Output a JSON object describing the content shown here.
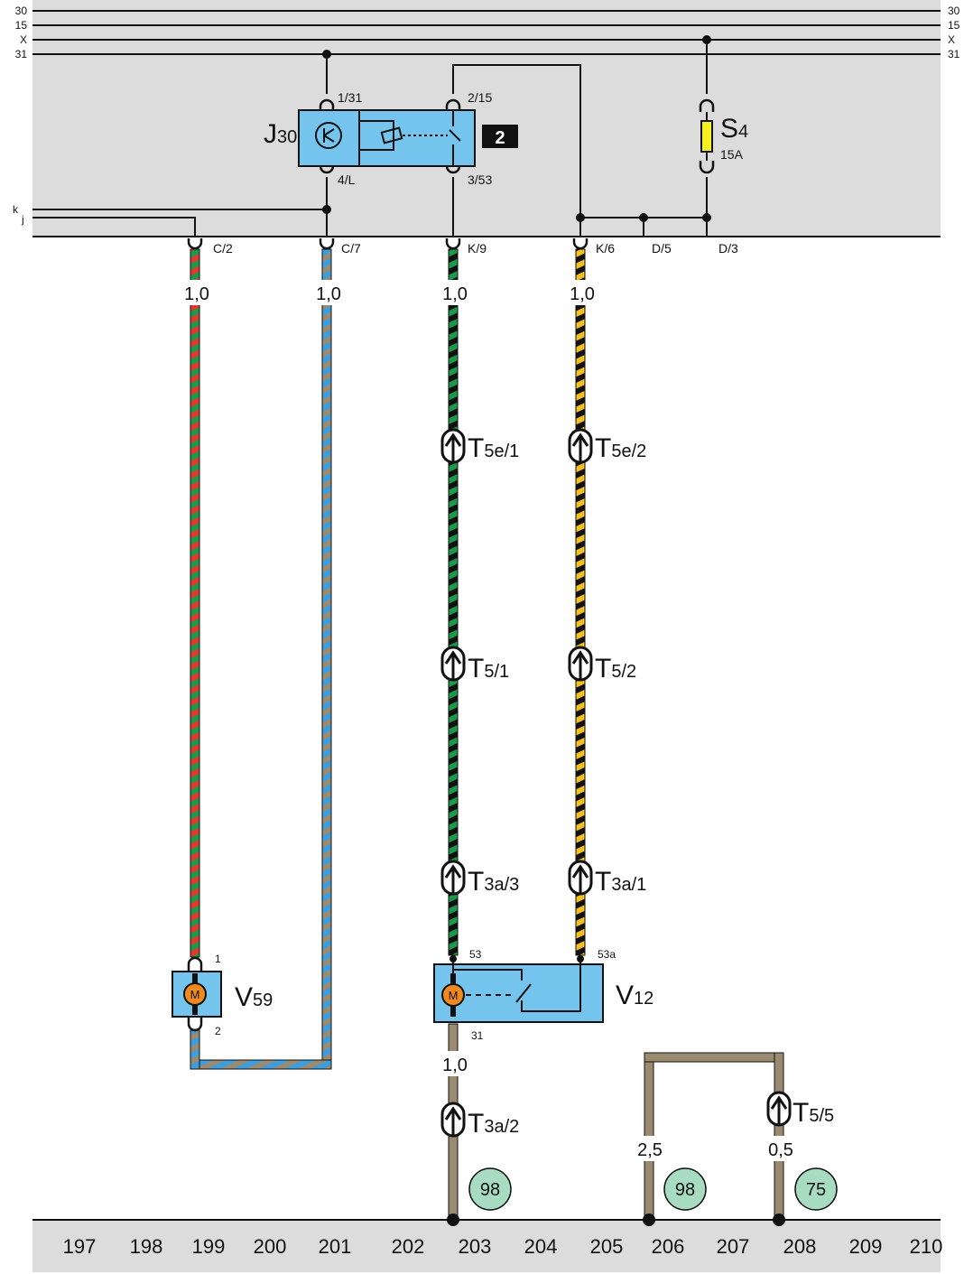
{
  "bus_lines": [
    {
      "id": "30",
      "left": "30",
      "right": "30"
    },
    {
      "id": "15",
      "left": "15",
      "right": "15"
    },
    {
      "id": "x",
      "left": "X",
      "right": "X"
    },
    {
      "id": "31",
      "left": "31",
      "right": "31"
    }
  ],
  "side_inputs": [
    "k",
    "j"
  ],
  "relay": {
    "designator": "J",
    "designator_sub": "30",
    "badge": "2",
    "pins": [
      "1/31",
      "2/15",
      "4/L",
      "3/53"
    ]
  },
  "fuse": {
    "designator": "S",
    "designator_sub": "4",
    "rating": "15A"
  },
  "harness_connectors": [
    "C/2",
    "C/7",
    "K/9",
    "K/6",
    "D/5",
    "D/3"
  ],
  "wire_gauges": {
    "c2": "1,0",
    "c7": "1,0",
    "k9": "1,0",
    "k6": "1,0",
    "v12_ground": "1,0",
    "ground_206": "2,5",
    "ground_208": "0,5"
  },
  "inline_connectors": [
    {
      "id": "t5e1",
      "main": "T",
      "sub": "5e/1"
    },
    {
      "id": "t5e2",
      "main": "T",
      "sub": "5e/2"
    },
    {
      "id": "t51",
      "main": "T",
      "sub": "5/1"
    },
    {
      "id": "t52",
      "main": "T",
      "sub": "5/2"
    },
    {
      "id": "t3a3",
      "main": "T",
      "sub": "3a/3"
    },
    {
      "id": "t3a1",
      "main": "T",
      "sub": "3a/1"
    },
    {
      "id": "t3a2",
      "main": "T",
      "sub": "3a/2"
    },
    {
      "id": "t55",
      "main": "T",
      "sub": "5/5"
    }
  ],
  "motor_v59": {
    "designator": "V",
    "designator_sub": "59",
    "symbol": "M",
    "pins": [
      "1",
      "2"
    ]
  },
  "motor_v12": {
    "designator": "V",
    "designator_sub": "12",
    "symbol": "M",
    "pins": [
      "53",
      "53a",
      "31"
    ]
  },
  "ground_refs": [
    "98",
    "98",
    "75"
  ],
  "sheet_numbers": [
    "197",
    "198",
    "199",
    "200",
    "201",
    "202",
    "203",
    "204",
    "205",
    "206",
    "207",
    "208",
    "209",
    "210"
  ],
  "colors": {
    "panel": "#dcdcdc",
    "component": "#74c4ee",
    "green": "#1a9a4a",
    "red": "#e03a30",
    "blue": "#3a9ee0",
    "brown": "#9a8a70",
    "black": "#111111",
    "yellow": "#f4c020",
    "motor": "#f08a20",
    "ground_circle": "#a8dcc0",
    "fuse": "#f6f020"
  }
}
